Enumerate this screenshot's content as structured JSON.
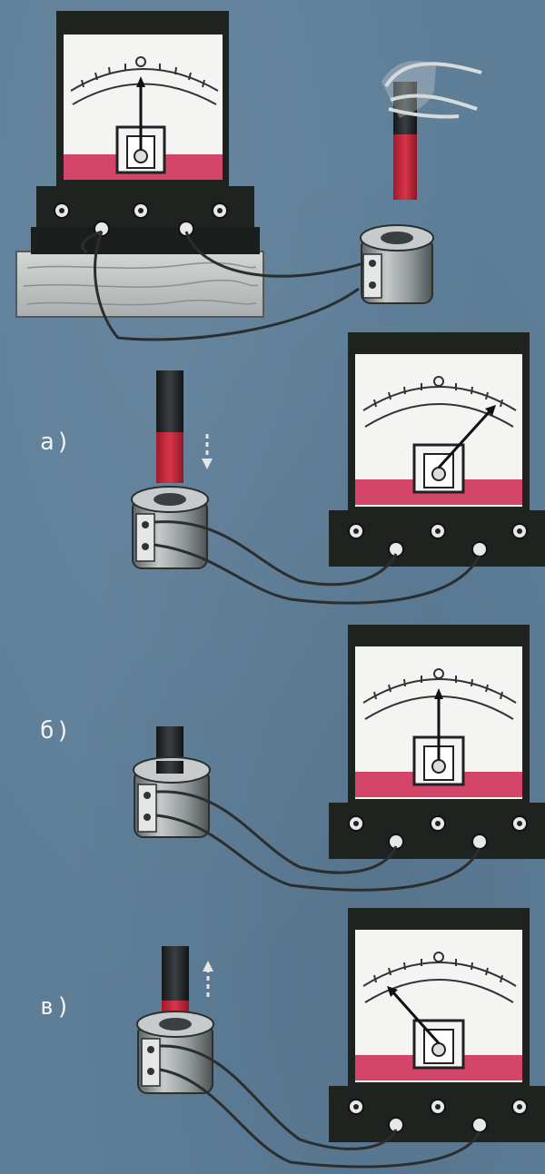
{
  "labels": {
    "a": "а)",
    "b": "б)",
    "c": "в)"
  },
  "colors": {
    "background": "#5e7e98",
    "meter_body": "#1f2320",
    "meter_face": "#f4f4f2",
    "meter_band": "#d4456a",
    "magnet_red": "#c9283a",
    "magnet_dark": "#23282a",
    "coil": "#8c9292",
    "wire": "#2a2e2e"
  },
  "scenes": [
    {
      "id": "setup",
      "needle_position": "center"
    },
    {
      "id": "a",
      "needle_position": "right",
      "magnet_motion": "down"
    },
    {
      "id": "b",
      "needle_position": "center",
      "magnet_motion": "inside"
    },
    {
      "id": "c",
      "needle_position": "left",
      "magnet_motion": "up"
    }
  ]
}
